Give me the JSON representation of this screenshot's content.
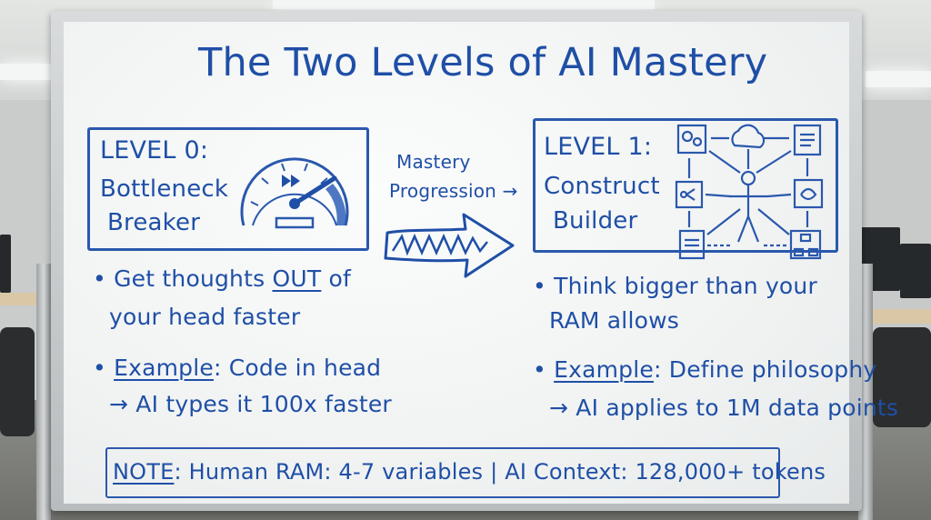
{
  "title": "The Two Levels of AI Mastery",
  "level0": {
    "heading": "LEVEL 0:",
    "name_line1": "Bottleneck",
    "name_line2": "Breaker",
    "icon": "speedometer-icon"
  },
  "middle": {
    "line1": "Mastery",
    "line2": "Progression →",
    "icon": "arrow-right-icon"
  },
  "level1": {
    "heading": "LEVEL 1:",
    "name_line1": "Construct",
    "name_line2": "Builder",
    "icon": "system-network-icon"
  },
  "left_bullets": {
    "b1_pre": "• Get thoughts ",
    "b1_emph": "OUT",
    "b1_post": " of",
    "b1_line2": "your head faster",
    "b2_emph": "Example",
    "b2_post": ": Code in head",
    "b2_line2": "→ AI types it 100x faster"
  },
  "right_bullets": {
    "b1_line1": "• Think bigger than your",
    "b1_line2": "RAM allows",
    "b2_emph": "Example",
    "b2_post": ": Define philosophy",
    "b2_line2": "→ AI applies to 1M data points"
  },
  "note": {
    "label": "NOTE",
    "text": ": Human RAM: 4-7 variables | AI Context: 128,000+ tokens"
  },
  "colors": {
    "ink": "#1f4fa6",
    "board": "#f4f6f6"
  }
}
